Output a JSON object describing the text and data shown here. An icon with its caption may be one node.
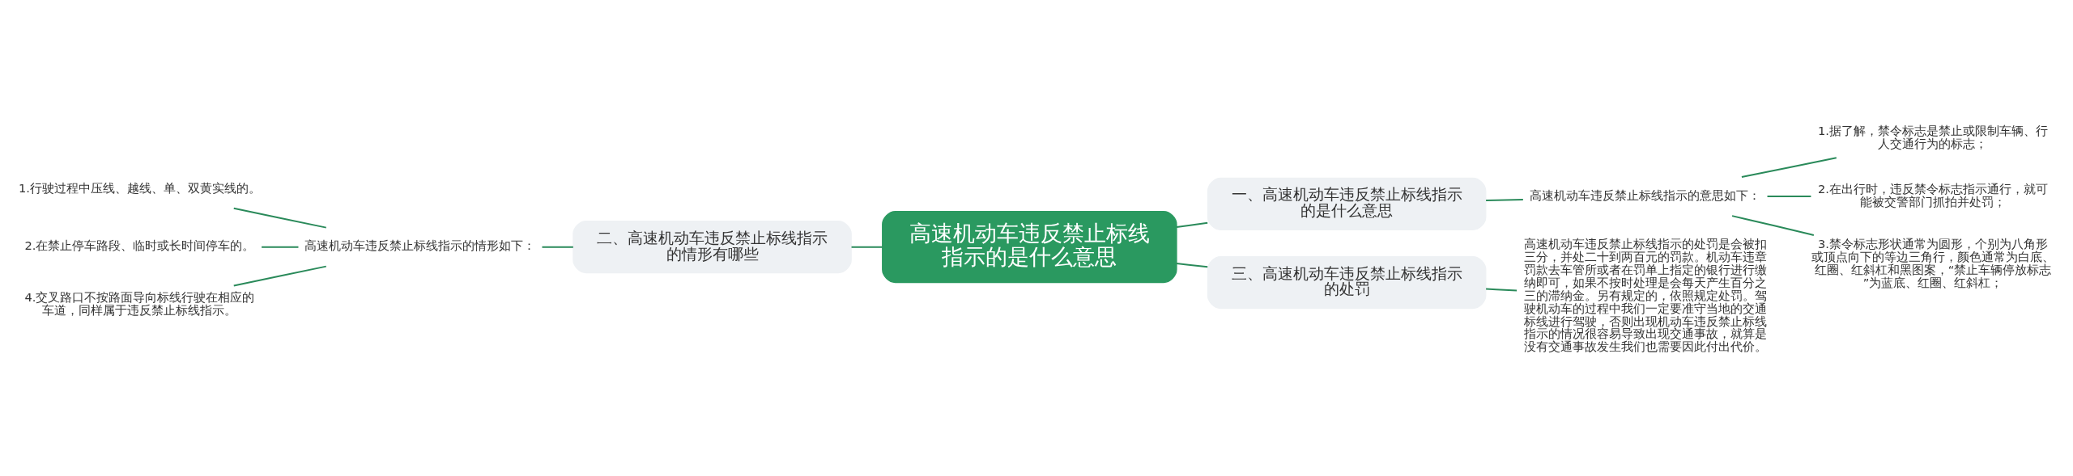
{
  "diagram": {
    "nodes": [
      {
        "text": [
          "高速机动车违反禁止标线指示的是什么意思"
        ]
      },
      {
        "text": [
          "一、高速机动车违反禁止标线指示的是什么意思"
        ]
      },
      {
        "text": [
          "高速机动车违反禁止标线指示的意思如下："
        ]
      },
      {
        "text": [
          "1.据了解，禁令标志是禁止或限制车辆、行人交通行为的标志；"
        ]
      },
      {
        "text": [
          "2.在出行时，违反禁令标志指示通行，就可能被交警部门抓拍并处罚；"
        ]
      },
      {
        "text": [
          "3.禁令标志形状通常为圆形，个别为八角形或顶点向下的等边三角行，颜色通常为白底、红圈、红斜杠和黑图案，“禁止车辆停放标志”为蓝底、红圈、红斜杠；"
        ]
      },
      {
        "text": [
          "二、高速机动车违反禁止标线指示的情形有哪些"
        ]
      },
      {
        "text": [
          "高速机动车违反禁止标线指示的情形如下："
        ]
      },
      {
        "text": [
          "1.行驶过程中压线、越线、单、双黄实线的。"
        ]
      },
      {
        "text": [
          "2.在禁止停车路段、临时或长时间停车的。"
        ]
      },
      {
        "text": [
          "4.交叉路口不按路面导向标线行驶在相应的车道，同样属于违反禁止标线指示。"
        ]
      },
      {
        "text": [
          "三、高速机动车违反禁止标线指示的处罚"
        ]
      },
      {
        "text": [
          "高速机动车违反禁止标线指示的处罚是会被扣三分，并处二十到两百元的罚款。机动车违章罚款去车管所或者在罚单上指定的银行进行缴纳即可，如果不按时处理是会每天产生百分之三的滞纳金。另有规定的，依照规定处罚。驾驶机动车的过程中我们一定要准守当地的交通标线进行驾驶，否则出现机动车违反禁止标线指示的情况很容易导致出现交通事故，就算是没有交通事故发生我们也需要因此付出代价。"
        ]
      }
    ],
    "edges": [
      {
        "from": 0,
        "to": 1,
        "arrow": "none"
      },
      {
        "from": 1,
        "to": 2,
        "arrow": "none"
      },
      {
        "from": 2,
        "to": 3,
        "arrow": "none"
      },
      {
        "from": 2,
        "to": 4,
        "arrow": "none"
      },
      {
        "from": 2,
        "to": 5,
        "arrow": "none"
      },
      {
        "from": 0,
        "to": 6,
        "arrow": "none"
      },
      {
        "from": 6,
        "to": 7,
        "arrow": "none"
      },
      {
        "from": 7,
        "to": 8,
        "arrow": "none"
      },
      {
        "from": 7,
        "to": 9,
        "arrow": "none"
      },
      {
        "from": 7,
        "to": 10,
        "arrow": "none"
      },
      {
        "from": 0,
        "to": 11,
        "arrow": "none"
      },
      {
        "from": 11,
        "to": 12,
        "arrow": "none"
      }
    ]
  }
}
